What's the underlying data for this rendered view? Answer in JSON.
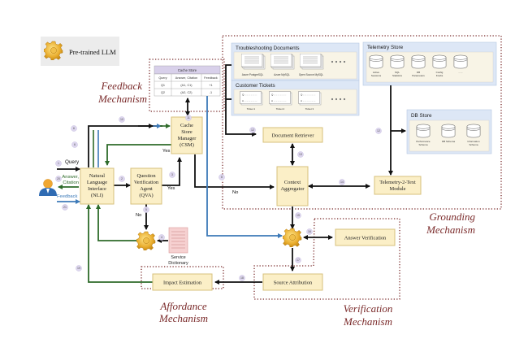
{
  "legend": {
    "icon": "gear-icon",
    "label": "Pre-trained LLM"
  },
  "mechanisms": {
    "feedback": [
      "Feedback",
      "Mechanism"
    ],
    "grounding": [
      "Grounding",
      "Mechanism"
    ],
    "affordance": [
      "Affordance",
      "Mechanism"
    ],
    "verification": [
      "Verification",
      "Mechanism"
    ]
  },
  "cache_store": {
    "title": "Cache Store",
    "columns": [
      "Query",
      "Answer, Citation",
      "Feedback"
    ],
    "rows": [
      [
        "Q1",
        "(A1, C1)",
        "+1"
      ],
      [
        "Q2",
        "(A2, C2)",
        "-1"
      ]
    ]
  },
  "troubleshooting": {
    "title": "Troubleshooting Documents",
    "docs": [
      "Azure PostgreSQL",
      "Azure MySQL",
      "Open Source MySQL"
    ]
  },
  "tickets": {
    "title": "Customer Tickets",
    "items": [
      "Ticket 1",
      "Ticket 2",
      "Ticket 3"
    ],
    "q_label": "Q",
    "a_label": "A"
  },
  "telemetry_store": {
    "title": "Telemetry Store",
    "items": [
      [
        "Active",
        "Sessions"
      ],
      [
        "SQL",
        "Statistics"
      ],
      [
        "DB",
        "Parameters"
      ],
      [
        "Config",
        "Knobs"
      ],
      [
        "......",
        ""
      ]
    ]
  },
  "db_store": {
    "title": "DB Store",
    "items": [
      [
        "Performance",
        "Schema"
      ],
      [
        "DB Schema",
        ""
      ],
      [
        "Information",
        "Schema"
      ]
    ]
  },
  "boxes": {
    "nli": [
      "Natural",
      "Language",
      "Interface",
      "(NLI)"
    ],
    "qva": [
      "Question",
      "Verification",
      "Agent",
      "(QVA)"
    ],
    "csm": [
      "Cache",
      "Store",
      "Manager",
      "(CSM)"
    ],
    "doc_retriever": "Document Retriever",
    "context_aggregator": [
      "Context",
      "Aggregator"
    ],
    "telemetry2text": [
      "Telemetry-2-Text",
      "Module"
    ],
    "answer_verification": "Answer Verification",
    "source_attribution": "Source Attribution",
    "impact_estimation": "Impact Estimation"
  },
  "service_dictionary": [
    "Service",
    "Dictionary"
  ],
  "user_labels": {
    "query": "Query",
    "answer": [
      "Answer,",
      "Citation"
    ],
    "feedback": "Feedback"
  },
  "edge_labels": {
    "yes1": "Yes",
    "yes2": "Yes",
    "no1": "No",
    "no2": "No"
  },
  "steps": [
    "1",
    "2",
    "3",
    "4",
    "5",
    "6",
    "7",
    "8",
    "9",
    "10",
    "11",
    "12",
    "13",
    "14",
    "15",
    "16",
    "17",
    "18",
    "19",
    "20",
    "21"
  ],
  "colors": {
    "black": "#111111",
    "green": "#2e6b2a",
    "blue": "#3d7ab8",
    "box_fill": "#fbefc7",
    "box_stroke": "#d7c07c",
    "store_fill": "#dde7f6",
    "store_inner": "#f8f4e6",
    "mech_text": "#7a2a2a"
  }
}
